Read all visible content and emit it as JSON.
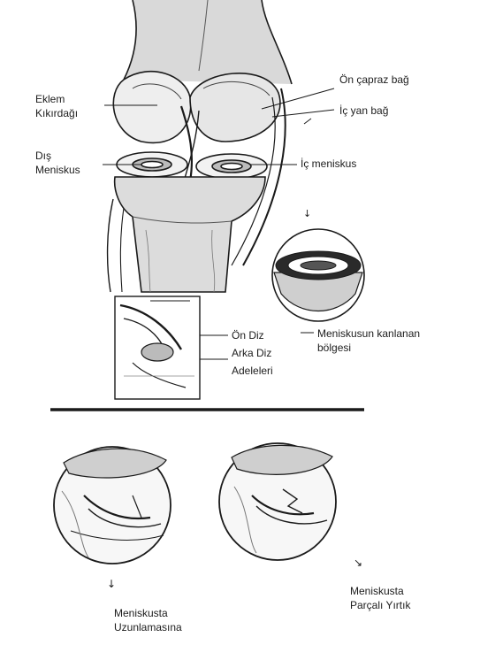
{
  "labels": {
    "eklem": [
      "Eklem",
      "Kıkırdağı"
    ],
    "dis_meniskus": [
      "Dış",
      "Meniskus"
    ],
    "on_capraz": "Ön çapraz bağ",
    "ic_yan": "İç yan bağ",
    "ic_meniskus": "İç meniskus",
    "on_diz": "Ön Diz",
    "arka_diz": "Arka Diz",
    "adeleleri": "Adeleleri",
    "kanlanan": [
      "Meniskusun kanlanan",
      "bölgesi"
    ],
    "uzunlamasina": [
      "Meniskusta",
      "Uzunlamasına"
    ],
    "parcali": [
      "Meniskusta",
      "Parçalı Yırtık"
    ]
  },
  "colors": {
    "ink": "#1a1a1a",
    "shade": "#9a9a9a",
    "paper": "#ffffff"
  }
}
